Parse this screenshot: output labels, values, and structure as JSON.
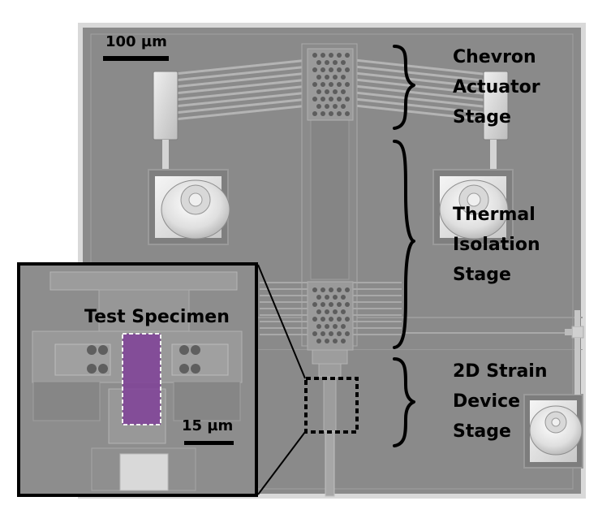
{
  "figure": {
    "labels": {
      "scale_main": "100 µm",
      "scale_inset": "15 µm",
      "test_specimen": "Test Specimen",
      "stage_chevron_line1": "Chevron",
      "stage_chevron_line2": "Actuator",
      "stage_chevron_line3": "Stage",
      "stage_thermal_line1": "Thermal",
      "stage_thermal_line2": "Isolation",
      "stage_thermal_line3": "Stage",
      "stage_2d_line1": "2D Strain",
      "stage_2d_line2": "Device",
      "stage_2d_line3": "Stage"
    },
    "colors": {
      "substrate": "#888888",
      "specimen_highlight": "#7f3f98",
      "text": "#000000",
      "border": "#000000"
    }
  }
}
